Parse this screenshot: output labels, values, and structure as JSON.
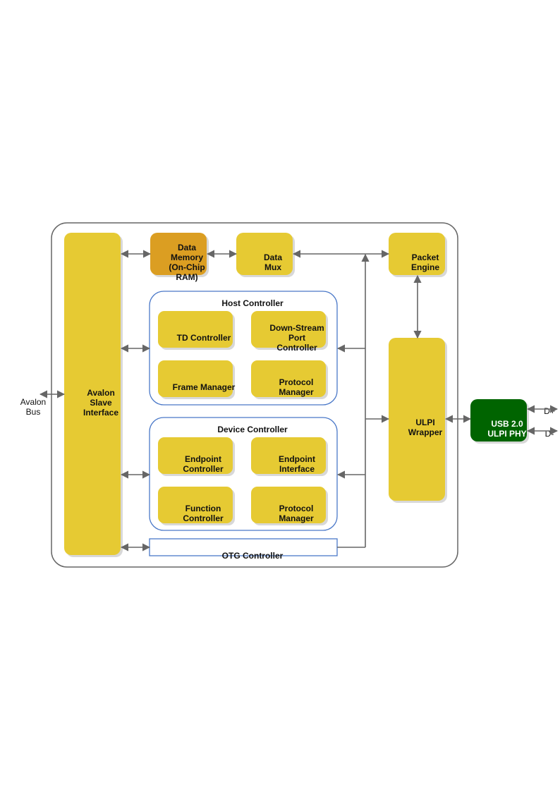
{
  "blocks": {
    "avalon_slave": [
      "Avalon",
      "Slave",
      "Interface"
    ],
    "data_memory": [
      "Data",
      "Memory",
      "(On-Chip",
      "RAM)"
    ],
    "data_mux": [
      "Data",
      "Mux"
    ],
    "packet_engine": [
      "Packet",
      "Engine"
    ],
    "host_controller": "Host Controller",
    "td_controller": "TD Controller",
    "downstream_port": [
      "Down-Stream",
      "Port",
      "Controller"
    ],
    "frame_manager": "Frame Manager",
    "host_protocol_manager": [
      "Protocol",
      "Manager"
    ],
    "device_controller": "Device Controller",
    "endpoint_controller": [
      "Endpoint",
      "Controller"
    ],
    "endpoint_interface": [
      "Endpoint",
      "Interface"
    ],
    "function_controller": [
      "Function",
      "Controller"
    ],
    "device_protocol_manager": [
      "Protocol",
      "Manager"
    ],
    "otg_controller": "OTG Controller",
    "ulpi_wrapper": [
      "ULPI",
      "Wrapper"
    ],
    "usb_phy": [
      "USB 2.0",
      "ULPI PHY"
    ]
  },
  "external": {
    "avalon_bus": [
      "Avalon",
      "Bus"
    ],
    "d_plus": "D+",
    "d_minus": "D-"
  },
  "colors": {
    "block": "#E6CA33",
    "memory": "#DB9E22",
    "phy": "#006400",
    "container_border": "#4A78C8"
  }
}
